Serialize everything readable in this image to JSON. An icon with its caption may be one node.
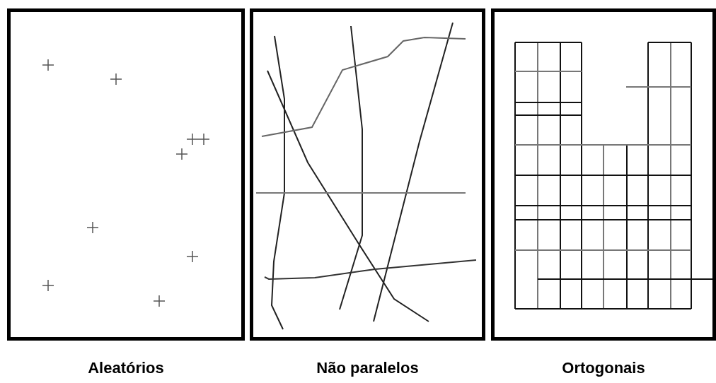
{
  "diagram": {
    "nodes": [
      {
        "text": [
          "Aleatórios"
        ]
      },
      {
        "text": [
          "Não paralelos"
        ]
      },
      {
        "text": [
          "Ortogonais"
        ]
      }
    ]
  }
}
